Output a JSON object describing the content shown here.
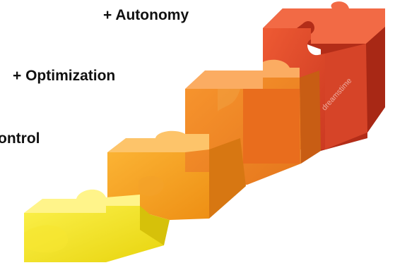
{
  "labels": {
    "autonomy": "+ Autonomy",
    "optimization": "+ Optimization",
    "control": "ontrol"
  },
  "watermark": "dreamstime",
  "colors": {
    "step1": "#f4e41c",
    "step2": "#f5a223",
    "step3": "#f0882a",
    "step4": "#e5492a"
  }
}
